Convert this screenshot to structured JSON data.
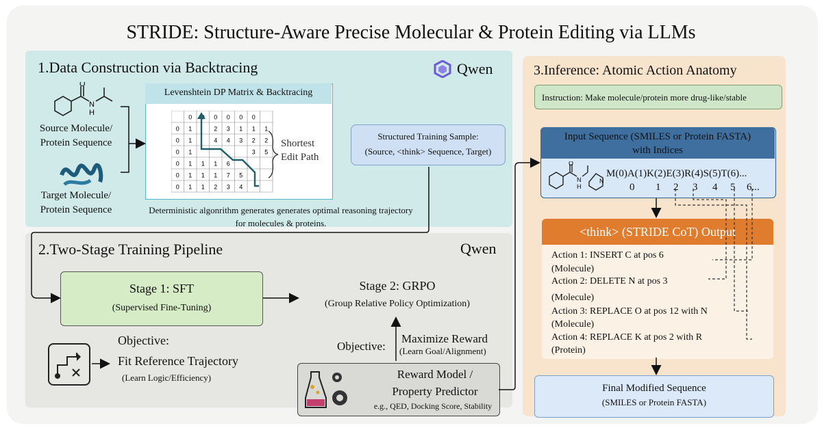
{
  "title": "STRIDE: Structure-Aware Precise Molecular & Protein Editing via LLMs",
  "panel1": {
    "title": "1.Data Construction via Backtracing",
    "qwen": "Qwen",
    "source_label_1": "Source Molecule/",
    "source_label_2": "Protein Sequence",
    "target_label_1": "Target Molecule/",
    "target_label_2": "Protein Sequence",
    "matrix_title": "Levenshtein DP Matrix & Backtracing",
    "matrix": [
      [
        "",
        "0",
        "0",
        "0",
        "0",
        "0",
        "0"
      ],
      [
        "0",
        "1",
        "",
        "2",
        "3",
        "1",
        "1",
        "1"
      ],
      [
        "0",
        "1",
        "",
        "4",
        "4",
        "3",
        "2",
        "2"
      ],
      [
        "0",
        "1",
        "",
        "",
        "",
        "",
        "3",
        "5"
      ],
      [
        "0",
        "1",
        "1",
        "1",
        "6",
        "",
        "",
        ""
      ],
      [
        "0",
        "1",
        "1",
        "1",
        "7",
        "5",
        "",
        ""
      ],
      [
        "0",
        "1",
        "1",
        "2",
        "3",
        "4",
        "",
        ""
      ]
    ],
    "shortest_1": "Shortest",
    "shortest_2": "Edit Path",
    "desc_1": "Deterministic algonrithm generates generates optimal reasoning trajectory",
    "desc_2": "for molecules & proteins.",
    "sample_1": "Structured Training Sample:",
    "sample_2": "(Source, <think> Sequence, Target)"
  },
  "panel2": {
    "title": "2.Two-Stage Training Pipeline",
    "qwen": "Qwen",
    "stage1_title": "Stage 1: SFT",
    "stage1_sub": "(Supervised Fine-Tuning)",
    "stage2_title": "Stage 2: GRPO",
    "stage2_sub": "(Group Relative Policy Optimization)",
    "objective1": "Objective:",
    "objective1_text": "Fit Reference Trajectory",
    "objective1_sub": "(Learn Logic/Efficiency)",
    "objective2": "Objective:",
    "objective2_text": "Maximize Reward",
    "objective2_sub": "(Learn Goal/Alignment)",
    "reward_1": "Reward Model /",
    "reward_2": "Property Predictor",
    "reward_3": "e.g., QED, Docking Score, Stability"
  },
  "panel3": {
    "title": "3.Inference: Atomic Action Anatomy",
    "instruction": "Instruction: Make molecule/protein more drug-like/stable",
    "input_1": "Input Sequence (SMILES or Protein FASTA)",
    "input_2": "with Indices",
    "sequence": "M(0)A(1)K(2)E(3)R(4)S(5)T(6)...",
    "indices": [
      "0",
      "1",
      "2",
      "3",
      "4",
      "5",
      "6..."
    ],
    "think_title": "<think> (STRIDE CoT) Output",
    "actions": [
      "Action 1: INSERT  C at pos 6",
      "(Molecule)",
      "Action 2: DELETE N at pos 3",
      "(Molecule)",
      "Action 3: REPLACE O at pos 12 with N",
      "(Molecule)",
      "Action 4: REPLACE K at pos 2 with R",
      "(Protein)"
    ],
    "final_1": "Final Modified Sequence",
    "final_2": "(SMILES or Protein FASTA)"
  },
  "colors": {
    "panel1_bg": "#cfeae8",
    "panel2_bg": "#e6e6e2",
    "panel3_bg": "#f8e4cd",
    "sft_green": "#d5ecc6",
    "think_orange": "#e07c2e",
    "input_blue": "#3f6f9f",
    "qwen_purple": "#6b5bd6"
  }
}
